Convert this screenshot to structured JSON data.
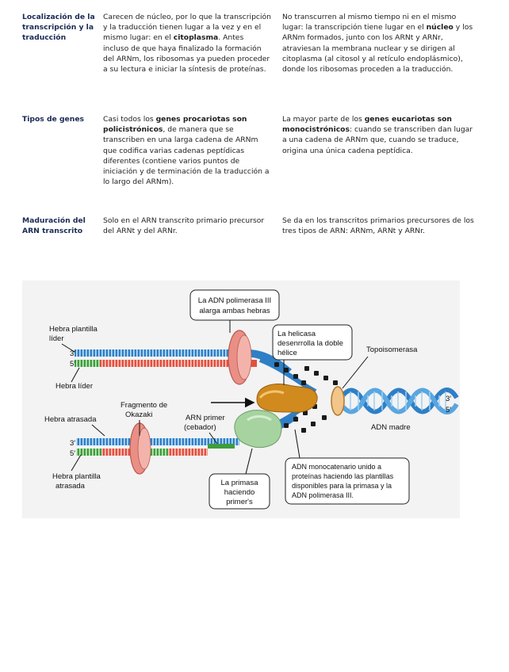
{
  "table": {
    "rows": [
      {
        "term": "Localización de la transcripción y la traducción",
        "prokaryote": [
          {
            "t": "Carecen de núcleo, por lo que la transcripción y la traducción tienen lugar a la vez y en el mismo lugar: en el "
          },
          {
            "t": "citoplasma",
            "b": true
          },
          {
            "t": ". Antes incluso de que haya finalizado la formación del ARNm, los ribosomas ya pueden proceder a su lectura e iniciar la síntesis de proteínas."
          }
        ],
        "eukaryote": [
          {
            "t": "No transcurren al mismo tiempo ni en el mismo lugar: la transcripción tiene lugar en el "
          },
          {
            "t": "núcleo",
            "b": true
          },
          {
            "t": " y los ARNm formados, junto con los ARNt y ARNr, atraviesan la membrana nuclear y se dirigen al citoplasma (al citosol y al retículo endoplásmico), donde los ribosomas proceden a la traducción."
          }
        ]
      },
      {
        "term": "Tipos de genes",
        "prokaryote": [
          {
            "t": "Casi todos los "
          },
          {
            "t": "genes procariotas son policistrónicos",
            "b": true
          },
          {
            "t": ", de manera que se transcriben en una larga cadena de ARNm que codifica varias cadenas peptídicas diferentes (contiene varios puntos de iniciación y de terminación de la traducción a lo largo del ARNm)."
          }
        ],
        "eukaryote": [
          {
            "t": "La mayor parte de los "
          },
          {
            "t": "genes eucariotas son monocistrónicos",
            "b": true
          },
          {
            "t": ": cuando se transcriben dan lugar a una cadena de ARNm que, cuando se traduce, origina una única cadena peptídica."
          }
        ]
      },
      {
        "term": "Maduración del ARN transcrito",
        "prokaryote": [
          {
            "t": "Solo en el ARN transcrito primario precursor del ARNt y del ARNr."
          }
        ],
        "eukaryote": [
          {
            "t": "Se da en los transcritos primarios precursores de los tres tipos de ARN: ARNm, ARNt y ARNr."
          }
        ]
      }
    ]
  },
  "figure": {
    "polymerase_box": [
      "La ADN polimerasa III",
      "alarga ambas hebras"
    ],
    "helicase_box": [
      "La helicasa",
      "desenrrolla la doble",
      "hélice"
    ],
    "topoisomerase": "Topoisomerasa",
    "leading_template": [
      "Hebra plantilla",
      "líder"
    ],
    "leading_strand": "Hebra líder",
    "okazaki": [
      "Fragmento de",
      "Okazaki"
    ],
    "primer": [
      "ARN primer",
      "(cebador)"
    ],
    "lagging_strand": "Hebra  atrasada",
    "lagging_template": [
      "Hebra plantilla",
      "atrasada"
    ],
    "primase_box": [
      "La primasa",
      "haciendo",
      "primer's"
    ],
    "ssb_box": [
      "ADN monocatenario unido a",
      "proteínas haciendo las plantillas",
      "disponibles para la primasa y la",
      "ADN polimerasa III."
    ],
    "parent_dna": "ADN madre",
    "end_3": "3′",
    "end_5": "5′"
  },
  "colors": {
    "strand_blue": "#2f7fc6",
    "strand_red": "#e2503f",
    "strand_green": "#3e9d3e",
    "polymerase": "#e98f86",
    "helicase": "#d08a1e",
    "primase": "#a6d3a0",
    "topoisomerase": "#f2c58a"
  }
}
